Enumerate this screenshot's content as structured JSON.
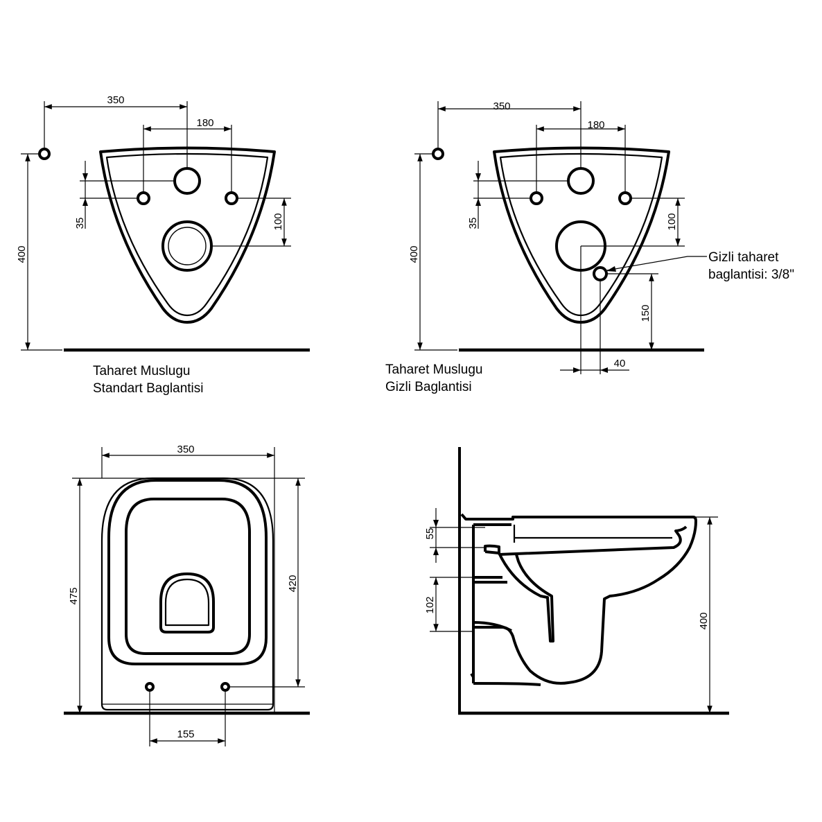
{
  "views": {
    "front_standard": {
      "dim_width": "350",
      "dim_inner": "180",
      "dim_height": "400",
      "dim_left_small": "35",
      "dim_right_small": "100",
      "caption_line1": "Taharet Muslugu",
      "caption_line2": "Standart Baglantisi"
    },
    "front_hidden": {
      "dim_width": "350",
      "dim_inner": "180",
      "dim_height": "400",
      "dim_left_small": "35",
      "dim_right_small": "100",
      "dim_bidet_height": "150",
      "dim_bidet_offset": "40",
      "callout_line1": "Gizli taharet",
      "callout_line2": "baglantisi: 3/8\"",
      "caption_line1": "Taharet Muslugu",
      "caption_line2": "Gizli Baglantisi"
    },
    "top": {
      "dim_width": "350",
      "dim_length": "475",
      "dim_inner_length": "420",
      "dim_bolt_spacing": "155"
    },
    "side": {
      "dim_top": "55",
      "dim_mid": "102",
      "dim_height": "400"
    }
  }
}
